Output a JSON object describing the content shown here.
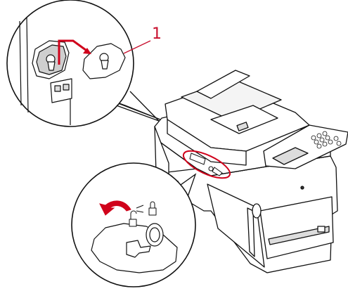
{
  "diagram": {
    "callouts": [
      {
        "id": "1",
        "label": "1"
      }
    ],
    "accent_color": "#c8102e",
    "highlight_color": "#d0021b",
    "device": "multifunction-printer",
    "details": [
      "transit-lock-removal",
      "rotate-lock-tab"
    ]
  }
}
